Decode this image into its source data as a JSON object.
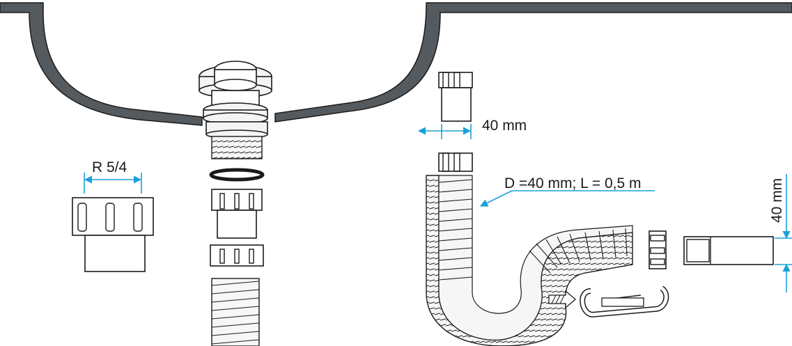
{
  "labels": {
    "thread": "R 5/4",
    "width_top": "40 mm",
    "hose_spec": "D =40 mm; L = 0,5 m",
    "height_right": "40 mm"
  },
  "colors": {
    "dimension": "#1aa0d8",
    "sink": "#555a5f",
    "outline": "#1a1a1a"
  }
}
